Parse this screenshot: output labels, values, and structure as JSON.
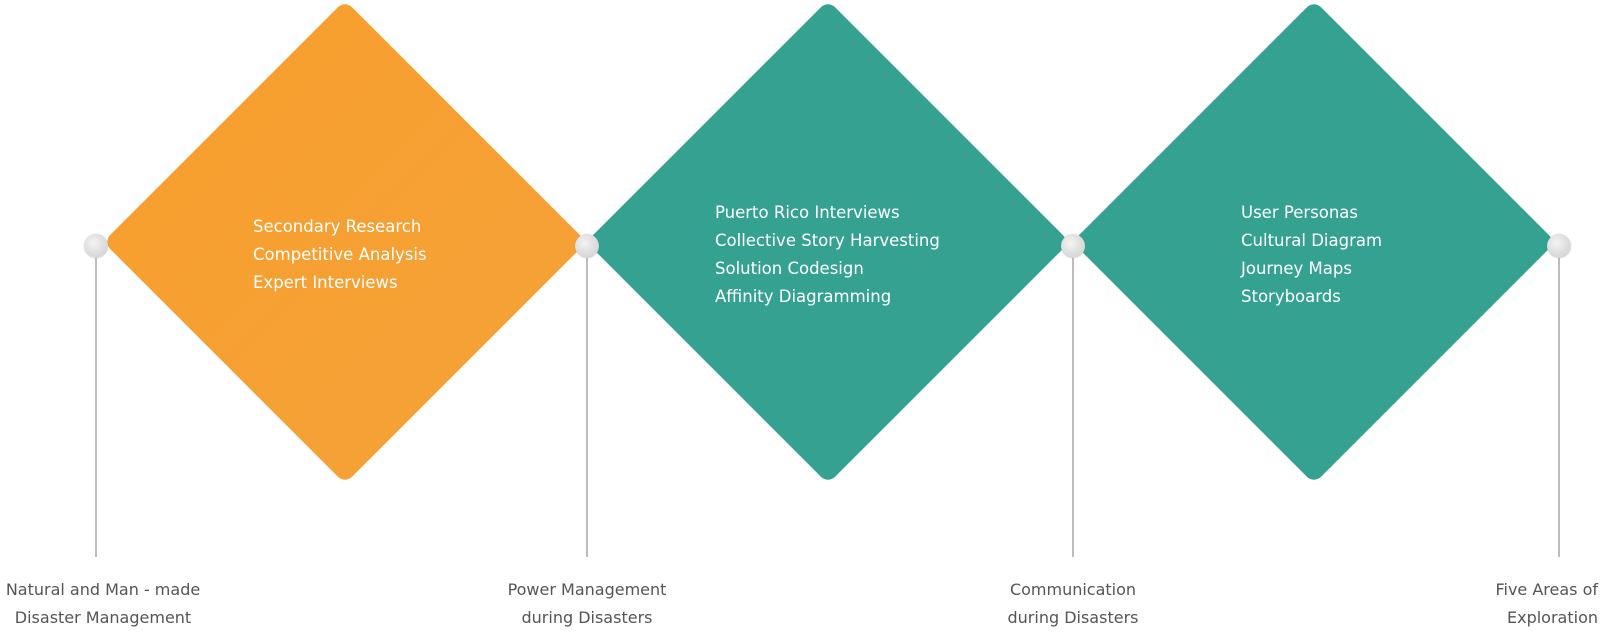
{
  "diamonds": [
    {
      "color": "#f6a136",
      "items": [
        "Secondary Research",
        "Competitive Analysis",
        "Expert Interviews"
      ]
    },
    {
      "color": "#35a291",
      "items": [
        "Puerto Rico Interviews",
        "Collective Story Harvesting",
        "Solution Codesign",
        "Affinity Diagramming"
      ]
    },
    {
      "color": "#35a291",
      "items": [
        "User Personas",
        "Cultural Diagram",
        "Journey Maps",
        "Storyboards"
      ]
    }
  ],
  "milestones": [
    {
      "lines": [
        "Natural and Man - made",
        "Disaster Management"
      ]
    },
    {
      "lines": [
        "Power Management",
        "during Disasters"
      ]
    },
    {
      "lines": [
        "Communication",
        "during Disasters"
      ]
    },
    {
      "lines": [
        "Five Areas of",
        "Exploration"
      ]
    }
  ]
}
